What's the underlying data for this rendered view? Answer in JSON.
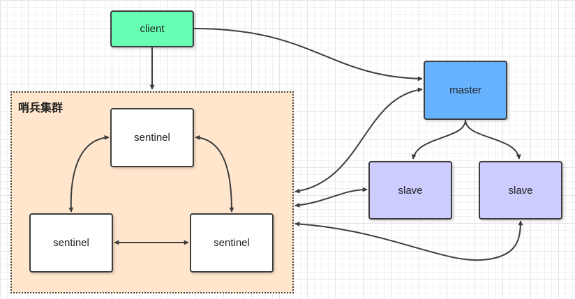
{
  "cluster": {
    "label": "哨兵集群"
  },
  "nodes": {
    "client": "client",
    "master": "master",
    "slave_1": "slave",
    "slave_2": "slave",
    "sentinel_top": "sentinel",
    "sentinel_left": "sentinel",
    "sentinel_right": "sentinel"
  },
  "colors": {
    "client": "#66ffb3",
    "master": "#66b2ff",
    "slave": "#ccccff",
    "sentinel": "#ffffff",
    "cluster_fill": "#ffe6cc",
    "stroke": "#3d3d3d"
  }
}
